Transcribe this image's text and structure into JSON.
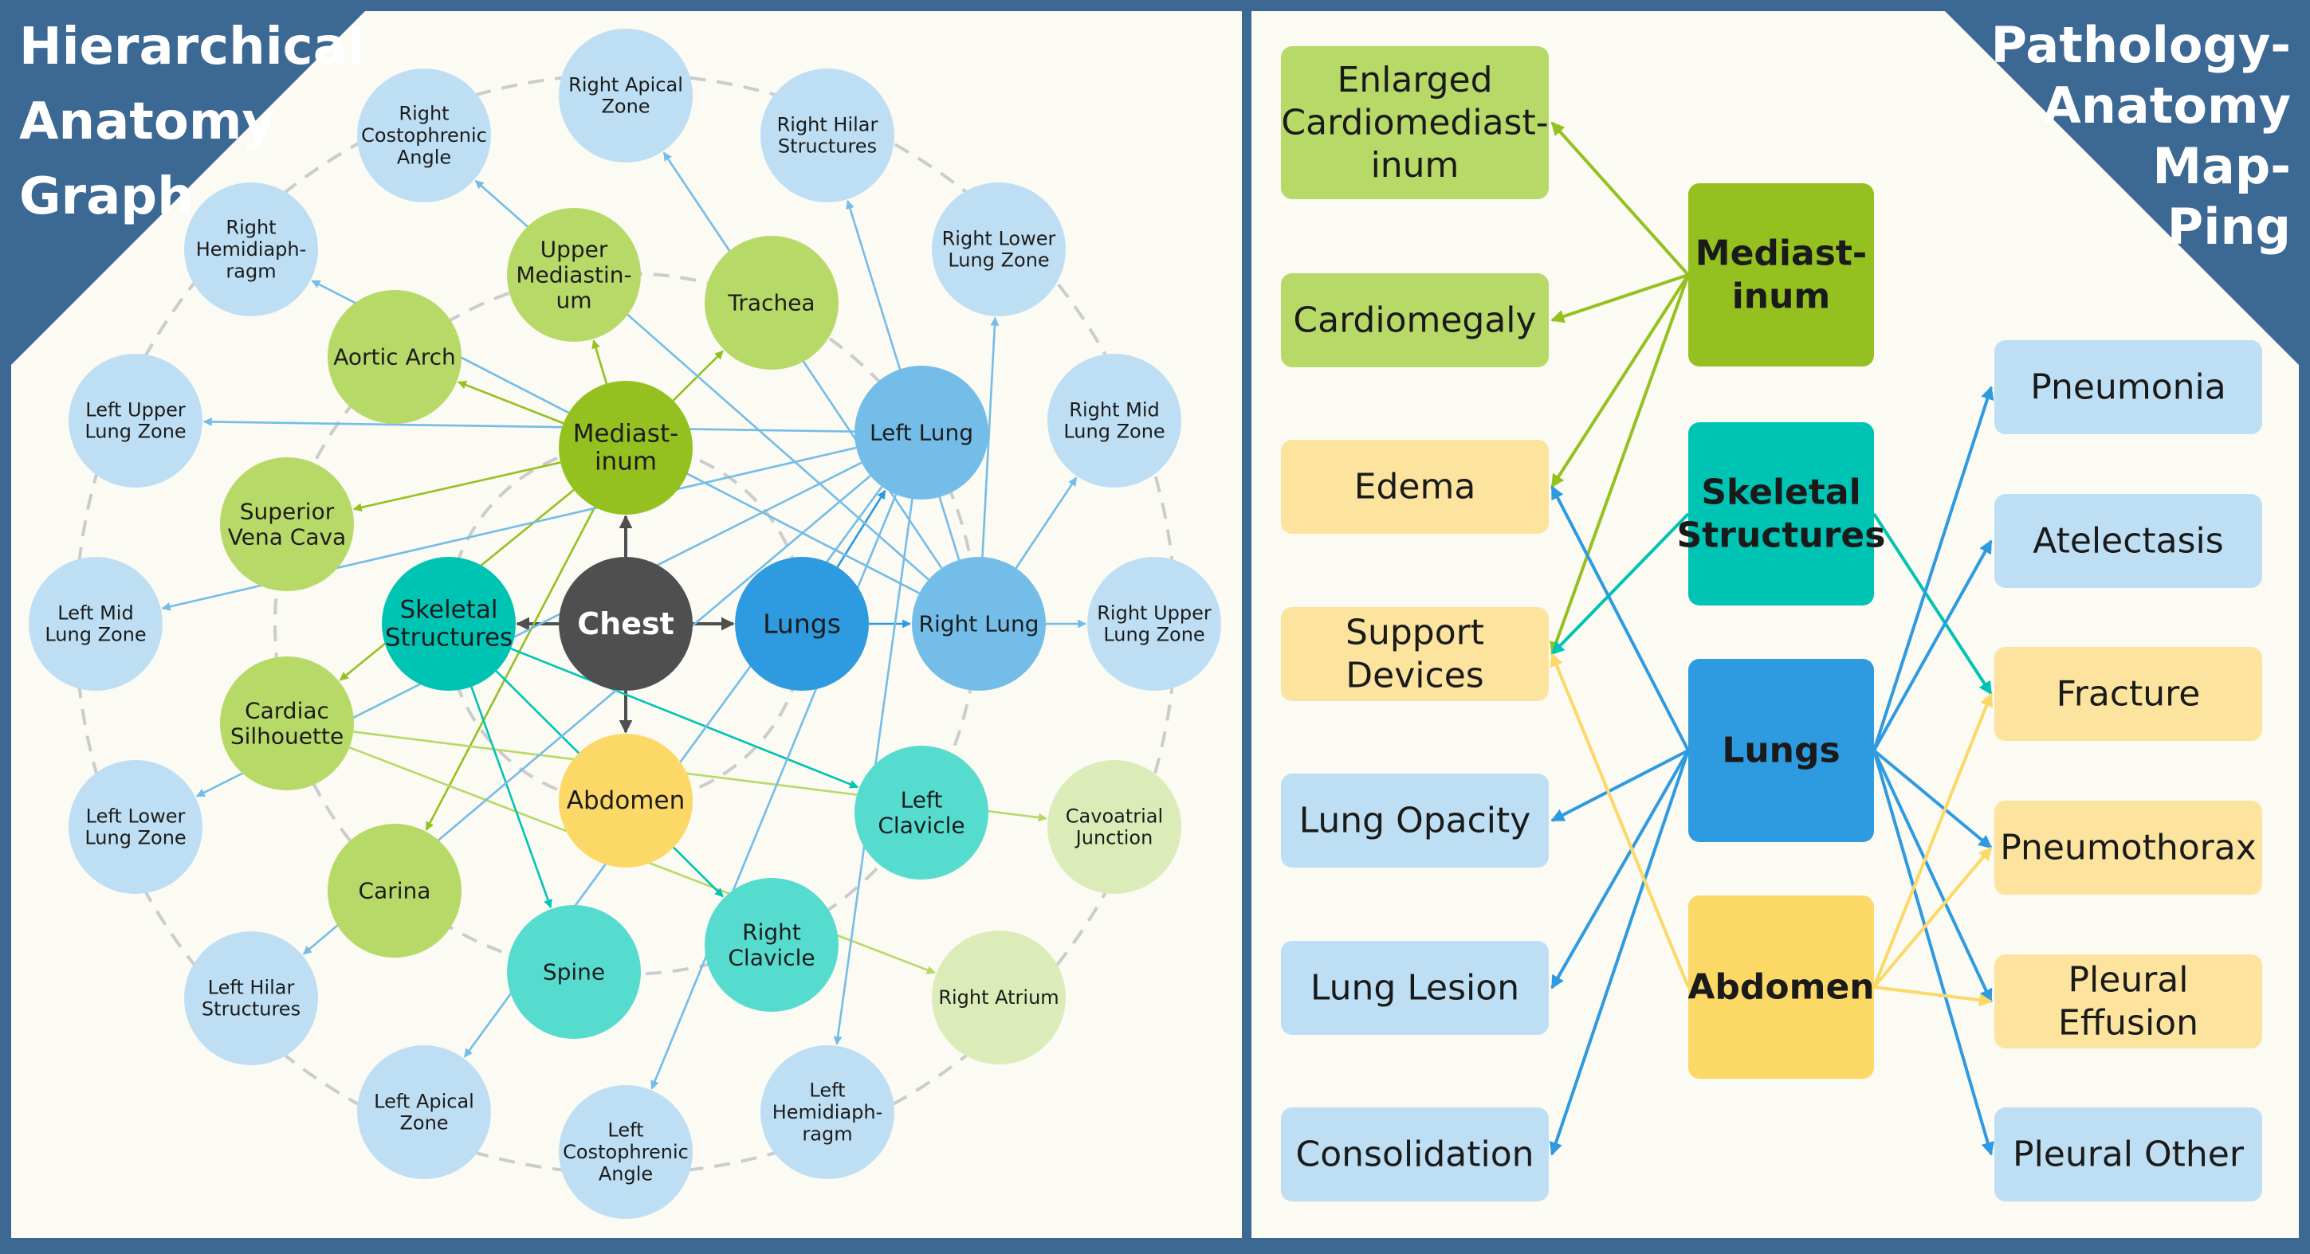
{
  "colors": {
    "frame": "#3c6894",
    "panel": "#fbfaf3",
    "chest": "#4f4f4f",
    "mediastinum_dark": "#94c11f",
    "mediastinum_light": "#b7d967",
    "mediastinum_pale": "#dcecb8",
    "skeletal_dark": "#00c4b3",
    "skeletal_light": "#56dccf",
    "lungs_dark": "#2e9ae0",
    "lungs_mid": "#73bde8",
    "lungs_light": "#bedff3",
    "abdomen": "#fcd967",
    "abdomen_light": "#fce49f",
    "ring": "#cccccc"
  },
  "left_panel": {
    "title_lines": [
      "Hierarchical",
      "Anatomy",
      "Graph"
    ],
    "nodes": [
      {
        "id": "chest",
        "lines": [
          "Chest"
        ],
        "color": "chest",
        "bold": true
      },
      {
        "id": "mediastinum",
        "lines": [
          "Mediast-",
          "inum"
        ],
        "color": "mediastinum_dark"
      },
      {
        "id": "skeletal",
        "lines": [
          "Skeletal",
          "Structures"
        ],
        "color": "skeletal_dark"
      },
      {
        "id": "lungs",
        "lines": [
          "Lungs"
        ],
        "color": "lungs_dark"
      },
      {
        "id": "abdomen",
        "lines": [
          "Abdomen"
        ],
        "color": "abdomen"
      },
      {
        "id": "upper_mediastinum",
        "lines": [
          "Upper",
          "Mediastin-",
          "um"
        ],
        "color": "mediastinum_light"
      },
      {
        "id": "trachea",
        "lines": [
          "Trachea"
        ],
        "color": "mediastinum_light"
      },
      {
        "id": "aortic_arch",
        "lines": [
          "Aortic Arch"
        ],
        "color": "mediastinum_light"
      },
      {
        "id": "superior_vena_cava",
        "lines": [
          "Superior",
          "Vena Cava"
        ],
        "color": "mediastinum_light"
      },
      {
        "id": "cardiac_silhouette",
        "lines": [
          "Cardiac",
          "Silhouette"
        ],
        "color": "mediastinum_light"
      },
      {
        "id": "carina",
        "lines": [
          "Carina"
        ],
        "color": "mediastinum_light"
      },
      {
        "id": "cavoatrial_junction",
        "lines": [
          "Cavoatrial",
          "Junction"
        ],
        "color": "mediastinum_pale"
      },
      {
        "id": "right_atrium",
        "lines": [
          "Right Atrium"
        ],
        "color": "mediastinum_pale"
      },
      {
        "id": "spine",
        "lines": [
          "Spine"
        ],
        "color": "skeletal_light"
      },
      {
        "id": "right_clavicle",
        "lines": [
          "Right",
          "Clavicle"
        ],
        "color": "skeletal_light"
      },
      {
        "id": "left_clavicle",
        "lines": [
          "Left",
          "Clavicle"
        ],
        "color": "skeletal_light"
      },
      {
        "id": "left_lung",
        "lines": [
          "Left Lung"
        ],
        "color": "lungs_mid"
      },
      {
        "id": "right_lung",
        "lines": [
          "Right Lung"
        ],
        "color": "lungs_mid"
      },
      {
        "id": "right_apical_zone",
        "lines": [
          "Right Apical",
          "Zone"
        ],
        "color": "lungs_light"
      },
      {
        "id": "right_hilar_structures",
        "lines": [
          "Right Hilar",
          "Structures"
        ],
        "color": "lungs_light"
      },
      {
        "id": "right_lower_lung_zone",
        "lines": [
          "Right Lower",
          "Lung Zone"
        ],
        "color": "lungs_light"
      },
      {
        "id": "right_mid_lung_zone",
        "lines": [
          "Right Mid",
          "Lung Zone"
        ],
        "color": "lungs_light"
      },
      {
        "id": "right_upper_lung_zone",
        "lines": [
          "Right Upper",
          "Lung Zone"
        ],
        "color": "lungs_light"
      },
      {
        "id": "left_hemidiaphragm",
        "lines": [
          "Left",
          "Hemidiaph-",
          "ragm"
        ],
        "color": "lungs_light"
      },
      {
        "id": "left_costophrenic_angle",
        "lines": [
          "Left",
          "Costophrenic",
          "Angle"
        ],
        "color": "lungs_light"
      },
      {
        "id": "left_apical_zone",
        "lines": [
          "Left Apical",
          "Zone"
        ],
        "color": "lungs_light"
      },
      {
        "id": "left_hilar_structures",
        "lines": [
          "Left Hilar",
          "Structures"
        ],
        "color": "lungs_light"
      },
      {
        "id": "left_lower_lung_zone",
        "lines": [
          "Left Lower",
          "Lung Zone"
        ],
        "color": "lungs_light"
      },
      {
        "id": "left_mid_lung_zone",
        "lines": [
          "Left Mid",
          "Lung Zone"
        ],
        "color": "lungs_light"
      },
      {
        "id": "left_upper_lung_zone",
        "lines": [
          "Left Upper",
          "Lung Zone"
        ],
        "color": "lungs_light"
      },
      {
        "id": "right_hemidiaphragm",
        "lines": [
          "Right",
          "Hemidiaph-",
          "ragm"
        ],
        "color": "lungs_light"
      },
      {
        "id": "right_costophrenic_angle",
        "lines": [
          "Right",
          "Costophrenic",
          "Angle"
        ],
        "color": "lungs_light"
      }
    ],
    "edges": [
      {
        "from": "chest",
        "to": "mediastinum",
        "color": "chest"
      },
      {
        "from": "chest",
        "to": "skeletal",
        "color": "chest"
      },
      {
        "from": "chest",
        "to": "lungs",
        "color": "chest"
      },
      {
        "from": "chest",
        "to": "abdomen",
        "color": "chest"
      },
      {
        "from": "mediastinum",
        "to": "upper_mediastinum",
        "color": "mediastinum_dark"
      },
      {
        "from": "mediastinum",
        "to": "trachea",
        "color": "mediastinum_dark"
      },
      {
        "from": "mediastinum",
        "to": "aortic_arch",
        "color": "mediastinum_dark"
      },
      {
        "from": "mediastinum",
        "to": "superior_vena_cava",
        "color": "mediastinum_dark"
      },
      {
        "from": "mediastinum",
        "to": "cardiac_silhouette",
        "color": "mediastinum_dark"
      },
      {
        "from": "mediastinum",
        "to": "carina",
        "color": "mediastinum_dark"
      },
      {
        "from": "cardiac_silhouette",
        "to": "cavoatrial_junction",
        "color": "mediastinum_light"
      },
      {
        "from": "cardiac_silhouette",
        "to": "right_atrium",
        "color": "mediastinum_light"
      },
      {
        "from": "skeletal",
        "to": "spine",
        "color": "skeletal_dark"
      },
      {
        "from": "skeletal",
        "to": "right_clavicle",
        "color": "skeletal_dark"
      },
      {
        "from": "skeletal",
        "to": "left_clavicle",
        "color": "skeletal_dark"
      },
      {
        "from": "lungs",
        "to": "right_lung",
        "color": "lungs_dark"
      },
      {
        "from": "lungs",
        "to": "left_lung",
        "color": "lungs_dark"
      },
      {
        "from": "right_lung",
        "to": "right_apical_zone",
        "color": "lungs_mid"
      },
      {
        "from": "right_lung",
        "to": "right_hilar_structures",
        "color": "lungs_mid"
      },
      {
        "from": "right_lung",
        "to": "right_lower_lung_zone",
        "color": "lungs_mid"
      },
      {
        "from": "right_lung",
        "to": "right_mid_lung_zone",
        "color": "lungs_mid"
      },
      {
        "from": "right_lung",
        "to": "right_upper_lung_zone",
        "color": "lungs_mid"
      },
      {
        "from": "right_lung",
        "to": "right_hemidiaphragm",
        "color": "lungs_mid"
      },
      {
        "from": "right_lung",
        "to": "right_costophrenic_angle",
        "color": "lungs_mid"
      },
      {
        "from": "left_lung",
        "to": "left_apical_zone",
        "color": "lungs_mid"
      },
      {
        "from": "left_lung",
        "to": "left_hilar_structures",
        "color": "lungs_mid"
      },
      {
        "from": "left_lung",
        "to": "left_lower_lung_zone",
        "color": "lungs_mid"
      },
      {
        "from": "left_lung",
        "to": "left_mid_lung_zone",
        "color": "lungs_mid"
      },
      {
        "from": "left_lung",
        "to": "left_upper_lung_zone",
        "color": "lungs_mid"
      },
      {
        "from": "left_lung",
        "to": "left_hemidiaphragm",
        "color": "lungs_mid"
      },
      {
        "from": "left_lung",
        "to": "left_costophrenic_angle",
        "color": "lungs_mid"
      }
    ]
  },
  "right_panel": {
    "title_lines": [
      "Pathology-",
      "Anatomy",
      "Map-",
      "Ping"
    ],
    "anatomy": [
      {
        "id": "mediastinum",
        "lines": [
          "Mediast-",
          "inum"
        ],
        "color": "mediastinum_dark"
      },
      {
        "id": "skeletal",
        "lines": [
          "Skeletal",
          "Structures"
        ],
        "color": "skeletal_dark"
      },
      {
        "id": "lungs",
        "lines": [
          "Lungs"
        ],
        "color": "lungs_dark"
      },
      {
        "id": "abdomen",
        "lines": [
          "Abdomen"
        ],
        "color": "abdomen"
      }
    ],
    "left_findings": [
      {
        "id": "enlarged_cardiomediastinum",
        "lines": [
          "Enlarged",
          "Cardiomediast-",
          "inum"
        ],
        "color": "mediastinum_light"
      },
      {
        "id": "cardiomegaly",
        "lines": [
          "Cardiomegaly"
        ],
        "color": "mediastinum_light"
      },
      {
        "id": "edema",
        "lines": [
          "Edema"
        ],
        "color": "abdomen_light"
      },
      {
        "id": "support_devices",
        "lines": [
          "Support",
          "Devices"
        ],
        "color": "abdomen_light"
      },
      {
        "id": "lung_opacity",
        "lines": [
          "Lung Opacity"
        ],
        "color": "lungs_light"
      },
      {
        "id": "lung_lesion",
        "lines": [
          "Lung Lesion"
        ],
        "color": "lungs_light"
      },
      {
        "id": "consolidation",
        "lines": [
          "Consolidation"
        ],
        "color": "lungs_light"
      }
    ],
    "right_findings": [
      {
        "id": "pneumonia",
        "lines": [
          "Pneumonia"
        ],
        "color": "lungs_light"
      },
      {
        "id": "atelectasis",
        "lines": [
          "Atelectasis"
        ],
        "color": "lungs_light"
      },
      {
        "id": "fracture",
        "lines": [
          "Fracture"
        ],
        "color": "abdomen_light"
      },
      {
        "id": "pneumothorax",
        "lines": [
          "Pneumothorax"
        ],
        "color": "abdomen_light"
      },
      {
        "id": "pleural_effusion",
        "lines": [
          "Pleural",
          "Effusion"
        ],
        "color": "abdomen_light"
      },
      {
        "id": "pleural_other",
        "lines": [
          "Pleural Other"
        ],
        "color": "lungs_light"
      }
    ],
    "links": [
      {
        "from": "mediastinum",
        "to": "enlarged_cardiomediastinum",
        "color": "mediastinum_dark"
      },
      {
        "from": "mediastinum",
        "to": "cardiomegaly",
        "color": "mediastinum_dark"
      },
      {
        "from": "mediastinum",
        "to": "edema",
        "color": "mediastinum_dark"
      },
      {
        "from": "mediastinum",
        "to": "support_devices",
        "color": "mediastinum_dark"
      },
      {
        "from": "skeletal",
        "to": "support_devices",
        "color": "skeletal_dark"
      },
      {
        "from": "skeletal",
        "to": "fracture",
        "color": "skeletal_dark"
      },
      {
        "from": "lungs",
        "to": "edema",
        "color": "lungs_dark"
      },
      {
        "from": "lungs",
        "to": "lung_opacity",
        "color": "lungs_dark"
      },
      {
        "from": "lungs",
        "to": "lung_lesion",
        "color": "lungs_dark"
      },
      {
        "from": "lungs",
        "to": "consolidation",
        "color": "lungs_dark"
      },
      {
        "from": "lungs",
        "to": "pneumonia",
        "color": "lungs_dark"
      },
      {
        "from": "lungs",
        "to": "atelectasis",
        "color": "lungs_dark"
      },
      {
        "from": "lungs",
        "to": "pneumothorax",
        "color": "lungs_dark"
      },
      {
        "from": "lungs",
        "to": "pleural_effusion",
        "color": "lungs_dark"
      },
      {
        "from": "lungs",
        "to": "pleural_other",
        "color": "lungs_dark"
      },
      {
        "from": "abdomen",
        "to": "support_devices",
        "color": "abdomen"
      },
      {
        "from": "abdomen",
        "to": "fracture",
        "color": "abdomen"
      },
      {
        "from": "abdomen",
        "to": "pneumothorax",
        "color": "abdomen"
      },
      {
        "from": "abdomen",
        "to": "pleural_effusion",
        "color": "abdomen"
      }
    ]
  }
}
